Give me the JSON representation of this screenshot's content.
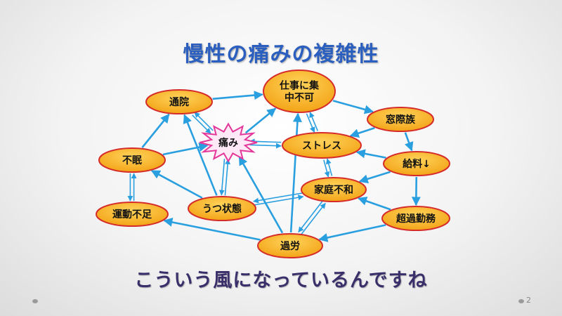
{
  "slide": {
    "title": "慢性の痛みの複雑性",
    "caption": "こういう風になっているんですね",
    "page_number": "2"
  },
  "colors": {
    "node_fill": "#f7b21f",
    "node_stroke": "#d62b2b",
    "arrow": "#2a9fe0",
    "burst_fill": "#ffe9f6",
    "burst_stroke": "#e4379a"
  },
  "nodes": [
    {
      "id": "tsuin",
      "label": [
        "通院"
      ]
    },
    {
      "id": "shigoto",
      "label": [
        "仕事に集",
        "中不可"
      ]
    },
    {
      "id": "madogiwa",
      "label": [
        "窓際族"
      ]
    },
    {
      "id": "itami",
      "label": [
        "痛み"
      ],
      "shape": "burst"
    },
    {
      "id": "stress",
      "label": [
        "ストレス"
      ]
    },
    {
      "id": "fumin",
      "label": [
        "不眠"
      ]
    },
    {
      "id": "kyuryo",
      "label": [
        "給料↓"
      ]
    },
    {
      "id": "katei",
      "label": [
        "家庭不和"
      ]
    },
    {
      "id": "undo",
      "label": [
        "運動不足"
      ]
    },
    {
      "id": "utsu",
      "label": [
        "うつ状態"
      ]
    },
    {
      "id": "choka",
      "label": [
        "超過勤務"
      ]
    },
    {
      "id": "karo",
      "label": [
        "過労"
      ]
    }
  ],
  "edges": [
    {
      "from": "tsuin",
      "to": "shigoto"
    },
    {
      "from": "shigoto",
      "to": "madogiwa"
    },
    {
      "from": "madogiwa",
      "to": "stress"
    },
    {
      "from": "madogiwa",
      "to": "kyuryo"
    },
    {
      "from": "shigoto",
      "to": "stress",
      "double": true
    },
    {
      "from": "itami",
      "to": "shigoto"
    },
    {
      "from": "itami",
      "to": "stress",
      "double": true
    },
    {
      "from": "fumin",
      "to": "tsuin"
    },
    {
      "from": "fumin",
      "to": "itami"
    },
    {
      "from": "fumin",
      "to": "undo",
      "double": true
    },
    {
      "from": "utsu",
      "to": "fumin"
    },
    {
      "from": "utsu",
      "to": "tsuin"
    },
    {
      "from": "utsu",
      "to": "itami",
      "double": true
    },
    {
      "from": "tsuin",
      "to": "itami",
      "double": true
    },
    {
      "from": "stress",
      "to": "katei",
      "double": true
    },
    {
      "from": "katei",
      "to": "utsu",
      "double": true
    },
    {
      "from": "kyuryo",
      "to": "stress"
    },
    {
      "from": "kyuryo",
      "to": "katei"
    },
    {
      "from": "kyuryo",
      "to": "choka"
    },
    {
      "from": "choka",
      "to": "katei"
    },
    {
      "from": "choka",
      "to": "karo"
    },
    {
      "from": "karo",
      "to": "katei",
      "double": true
    },
    {
      "from": "karo",
      "to": "undo"
    },
    {
      "from": "karo",
      "to": "itami"
    },
    {
      "from": "karo",
      "to": "shigoto"
    }
  ]
}
